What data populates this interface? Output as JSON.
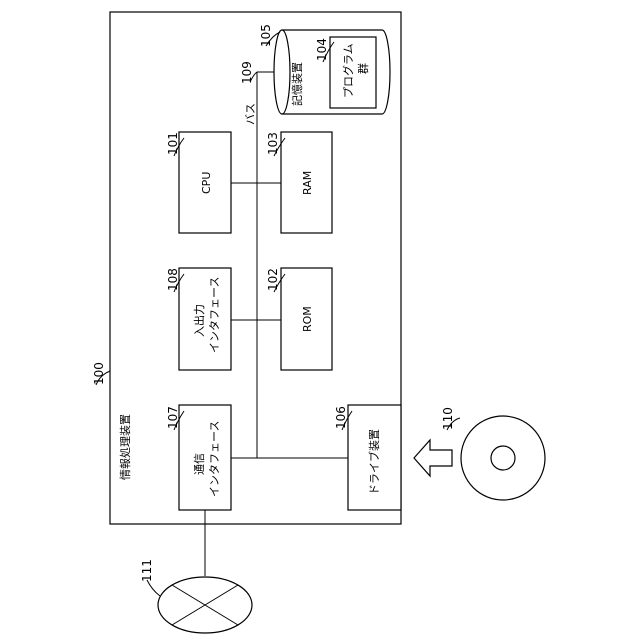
{
  "diagram": {
    "device": {
      "ref": "100",
      "label": "情報処理装置"
    },
    "cpu": {
      "ref": "101",
      "label": "CPU"
    },
    "rom": {
      "ref": "102",
      "label": "ROM"
    },
    "ram": {
      "ref": "103",
      "label": "RAM"
    },
    "program": {
      "ref": "104",
      "line1": "プログラム",
      "line2": "群"
    },
    "storage": {
      "ref": "105",
      "label": "記憶装置"
    },
    "drive": {
      "ref": "106",
      "label": "ドライブ装置"
    },
    "comm": {
      "ref": "107",
      "line1": "通信",
      "line2": "インタフェース"
    },
    "io": {
      "ref": "108",
      "line1": "入出力",
      "line2": "インタフェース"
    },
    "bus": {
      "ref": "109",
      "label": "バス"
    },
    "disc": {
      "ref": "110"
    },
    "network": {
      "ref": "111"
    }
  }
}
